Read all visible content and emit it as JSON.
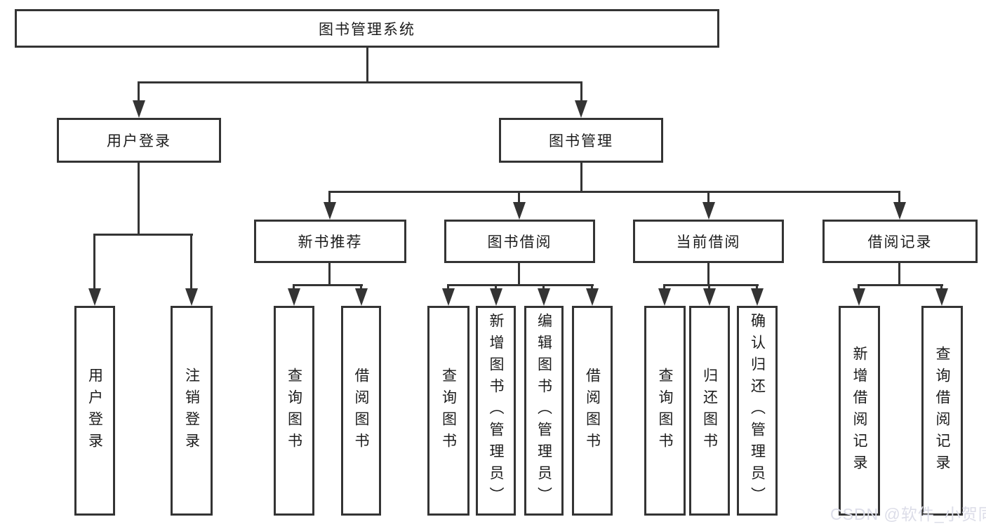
{
  "diagram": {
    "root": {
      "label": "图书管理系统"
    },
    "branches": [
      {
        "label": "用户登录",
        "children": [
          {
            "label": "用户登录"
          },
          {
            "label": "注销登录"
          }
        ]
      },
      {
        "label": "图书管理",
        "children": [
          {
            "label": "新书推荐",
            "children": [
              {
                "label": "查询图书"
              },
              {
                "label": "借阅图书"
              }
            ]
          },
          {
            "label": "图书借阅",
            "children": [
              {
                "label": "查询图书"
              },
              {
                "label": "新增图书（管理员）"
              },
              {
                "label": "编辑图书（管理员）"
              },
              {
                "label": "借阅图书"
              }
            ]
          },
          {
            "label": "当前借阅",
            "children": [
              {
                "label": "查询图书"
              },
              {
                "label": "归还图书"
              },
              {
                "label": "确认归还（管理员）"
              }
            ]
          },
          {
            "label": "借阅记录",
            "children": [
              {
                "label": "新增借阅记录"
              },
              {
                "label": "查询借阅记录"
              }
            ]
          }
        ]
      }
    ]
  },
  "watermark": "CSDN @软件_小贺同学",
  "colors": {
    "line": "#343434",
    "watermark": "#dcdde8"
  }
}
